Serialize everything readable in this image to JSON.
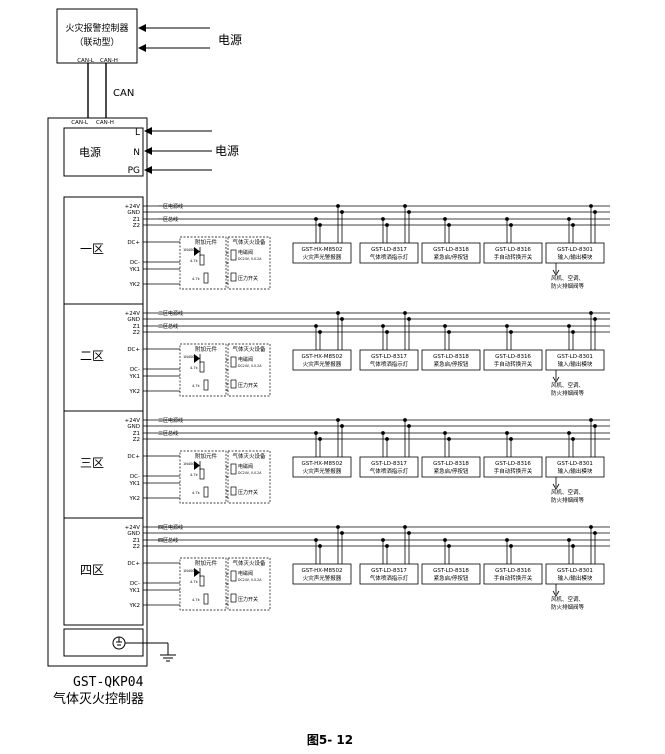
{
  "controller": {
    "line1": "火灾报警控制器",
    "line2": "（联动型）",
    "can_l": "CAN-L",
    "can_h": "CAN-H"
  },
  "power_label": "电源",
  "can_label": "CAN",
  "main_box": {
    "can_l": "CAN-L",
    "can_h": "CAN-H",
    "power_title": "电源",
    "terminals": [
      "L",
      "N",
      "PG"
    ]
  },
  "zone_terminals": [
    "+24V",
    "GND",
    "Z1",
    "Z2",
    "DC+",
    "DC-",
    "YK1",
    "YK2"
  ],
  "accessory": {
    "title": "附加元件",
    "diode": "1N4007",
    "resistor1": "4.7k",
    "resistor2": "4.7k"
  },
  "equipment": {
    "title": "气体灭火设备",
    "item1": "电磁阀",
    "item1_sub": "DC24V, 0-0.2A",
    "item2": "压力开关"
  },
  "devices": [
    {
      "model": "GST-HX-M8502",
      "desc": "火灾声光警报器"
    },
    {
      "model": "GST-LD-8317",
      "desc": "气体喷洒指示灯"
    },
    {
      "model": "GST-LD-8318",
      "desc": "紧急启/停按钮"
    },
    {
      "model": "GST-LD-8316",
      "desc": "手自动转换开关"
    },
    {
      "model": "GST-LD-8301",
      "desc": "输入/输出模块"
    }
  ],
  "extra_note1": "风机、空调、",
  "extra_note2": "防火排烟阀等",
  "zones": [
    {
      "name": "一区",
      "power_line": "一区电源线",
      "bus_line": "一区总线"
    },
    {
      "name": "二区",
      "power_line": "二区电源线",
      "bus_line": "二区总线"
    },
    {
      "name": "三区",
      "power_line": "三区电源线",
      "bus_line": "三区总线"
    },
    {
      "name": "四区",
      "power_line": "四区电源线",
      "bus_line": "四区总线"
    }
  ],
  "product_model": "GST-QKP04",
  "product_name": "气体灭火控制器",
  "figure_caption": "图5- 12"
}
